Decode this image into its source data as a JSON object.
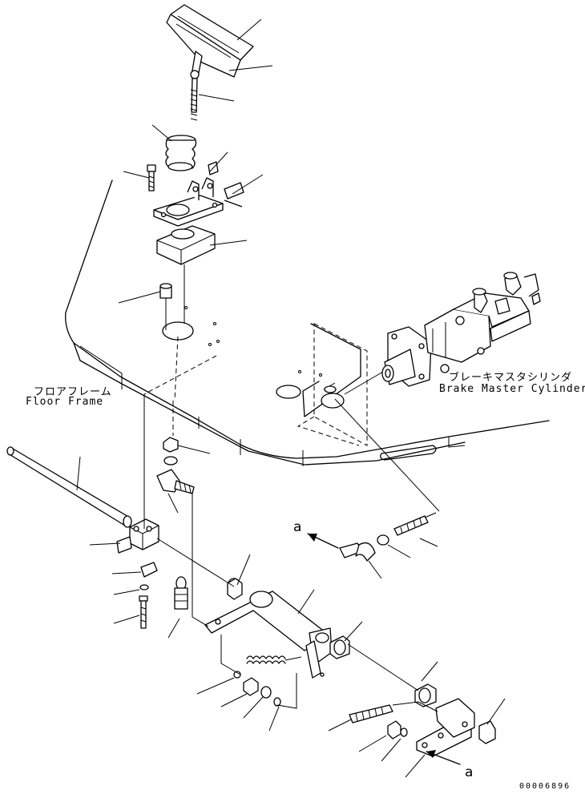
{
  "labels": {
    "floor_frame_jp": "フロアフレーム",
    "floor_frame_en": "Floor Frame",
    "brake_master_jp": "ブレーキマスタシリンダ",
    "brake_master_en": "Brake Master Cylinder"
  },
  "view_markers": {
    "upper": "a",
    "lower": "a"
  },
  "document_number": "00006896"
}
